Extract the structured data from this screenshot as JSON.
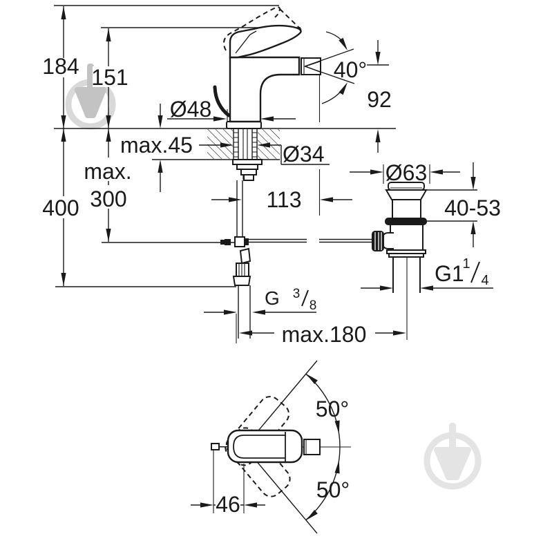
{
  "drawing_type": "faucet-installation-dimension-drawing",
  "labels": {
    "height_overall": "184",
    "height_to_spout": "151",
    "depth_overall": "400",
    "max_word": "max.",
    "max_depth_value": "300",
    "base_dia": "Ø48",
    "deck_thickness": "max.45",
    "hole_dia": "Ø34",
    "spout_reach": "113",
    "spray_angle": "40°",
    "spout_height": "92",
    "waste_flange_dia": "Ø63",
    "waste_clamp_range": "40-53",
    "waste_thread": {
      "main": "G1",
      "sup": "1",
      "sub": "4"
    },
    "supply_thread": {
      "main": "G",
      "sup": "3",
      "sub": "8"
    },
    "hose_reach": "max.180",
    "handle_swing_upper": "50°",
    "handle_swing_lower": "50°",
    "rod_offset": "46"
  },
  "icons": {
    "watermark": "trowel-in-circle-watermark"
  },
  "colors": {
    "line": "#1a1a1a",
    "background": "#ffffff",
    "watermark_left_ring": "#d9d9d9",
    "watermark_left_glyph": "#c3c3c3",
    "watermark_right": "#e4e4e4"
  }
}
